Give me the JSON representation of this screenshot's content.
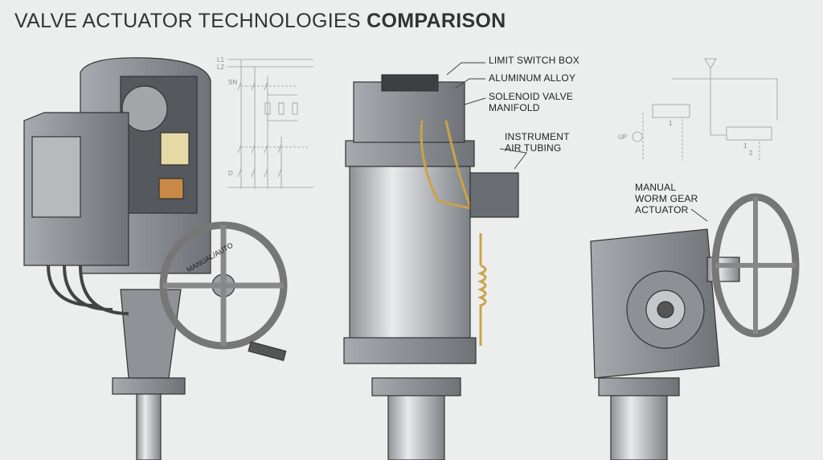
{
  "title": {
    "light": "VALVE ACTUATOR TECHNOLOGIES",
    "bold": "COMPARISON"
  },
  "electric_actuator": {
    "handwheel_label": "MANUAL/AUTO"
  },
  "electrical_schematic": {
    "labels": [
      "L1",
      "L2",
      "SN",
      "D"
    ]
  },
  "pneumatic_actuator": {
    "callouts": [
      "LIMIT SWITCH BOX",
      "ALUMINUM ALLOY",
      "SOLENOID VALVE MANIFOLD",
      "INSTRUMENT AIR TUBING"
    ]
  },
  "pneumatic_schematic": {
    "labels": [
      "UP",
      "1",
      "1",
      "2"
    ]
  },
  "manual_actuator": {
    "callout": "MANUAL WORM GEAR ACTUATOR"
  },
  "colors": {
    "background": "#eceded",
    "metal": "#9a9d a0",
    "brass": "#c9a24a",
    "copper": "#b8692e"
  }
}
